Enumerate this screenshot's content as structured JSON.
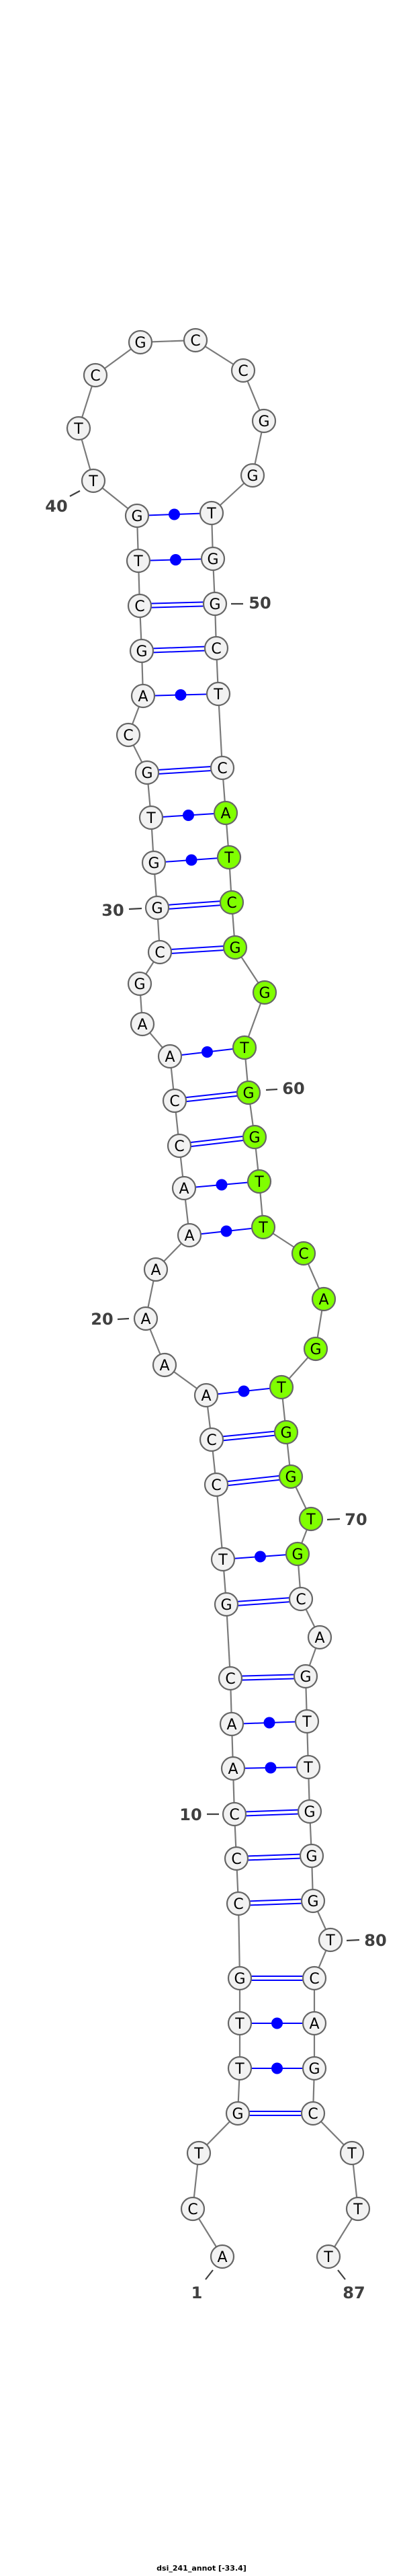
{
  "title": "dsi_241_annot [-33.4]",
  "nucleotides": [
    "A",
    "C",
    "T",
    "G",
    "T",
    "T",
    "G",
    "C",
    "C",
    "C",
    "A",
    "A",
    "C",
    "G",
    "T",
    "C",
    "C",
    "A",
    "A",
    "A",
    "A",
    "A",
    "A",
    "C",
    "C",
    "A",
    "A",
    "G",
    "C",
    "G",
    "G",
    "T",
    "G",
    "C",
    "A",
    "G",
    "C",
    "T",
    "G",
    "T",
    "T",
    "C",
    "G",
    "C",
    "C",
    "G",
    "G",
    "T",
    "G",
    "G",
    "C",
    "T",
    "C",
    "A",
    "T",
    "C",
    "G",
    "G",
    "T",
    "G",
    "G",
    "T",
    "T",
    "C",
    "A",
    "G",
    "T",
    "G",
    "G",
    "T",
    "G",
    "C",
    "A",
    "G",
    "T",
    "T",
    "G",
    "G",
    "G",
    "T",
    "C",
    "A",
    "G",
    "C",
    "T",
    "T",
    "T"
  ],
  "highlight": {
    "range": [
      54,
      71
    ],
    "color": "#80ff00"
  },
  "colors": {
    "base_fill": "#f2f2f2",
    "pair": "#0000ff",
    "label": "#404040"
  },
  "pairs": [
    [
      39,
      48,
      "dot"
    ],
    [
      38,
      49,
      "dot"
    ],
    [
      37,
      50,
      "double"
    ],
    [
      36,
      51,
      "double"
    ],
    [
      35,
      52,
      "dot"
    ],
    [
      33,
      53,
      "double"
    ],
    [
      32,
      54,
      "dot"
    ],
    [
      31,
      55,
      "dot"
    ],
    [
      30,
      56,
      "double"
    ],
    [
      29,
      57,
      "double"
    ],
    [
      26,
      59,
      "dot"
    ],
    [
      25,
      60,
      "double"
    ],
    [
      24,
      61,
      "double"
    ],
    [
      23,
      62,
      "dot"
    ],
    [
      22,
      63,
      "dot"
    ],
    [
      18,
      67,
      "dot"
    ],
    [
      17,
      68,
      "double"
    ],
    [
      16,
      69,
      "double"
    ],
    [
      15,
      71,
      "dot"
    ],
    [
      14,
      72,
      "double"
    ],
    [
      13,
      74,
      "double"
    ],
    [
      12,
      75,
      "dot"
    ],
    [
      11,
      76,
      "dot"
    ],
    [
      10,
      77,
      "double"
    ],
    [
      9,
      78,
      "double"
    ],
    [
      8,
      79,
      "double"
    ],
    [
      7,
      81,
      "double"
    ],
    [
      6,
      82,
      "dot"
    ],
    [
      5,
      83,
      "dot"
    ],
    [
      4,
      84,
      "double"
    ]
  ],
  "position_labels": [
    "1",
    "10",
    "20",
    "30",
    "40",
    "50",
    "60",
    "70",
    "80",
    "87"
  ]
}
